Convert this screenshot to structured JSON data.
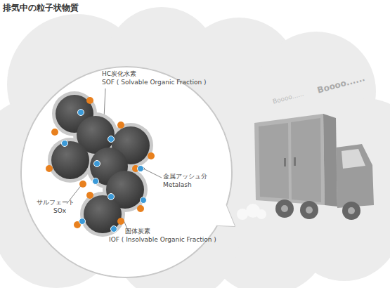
{
  "diagram": {
    "title": "排気中の粒子状物質",
    "labels": [
      "HC炭化水素",
      "SOF ( Solvable Organic Fraction )",
      "金属アッシュ分",
      "Metalash",
      "サルフェート",
      "SOx",
      "固体炭素",
      "IOF ( Insolvable Organic Fraction )",
      "Boooo......",
      "Boooo......"
    ]
  }
}
